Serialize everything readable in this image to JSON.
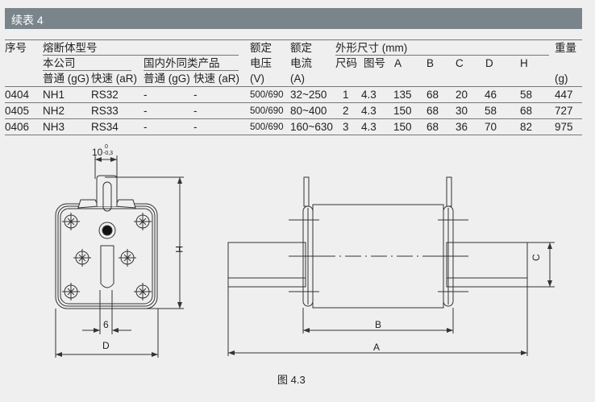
{
  "title": "续表 4",
  "table": {
    "headers": {
      "no": "序号",
      "fuse_model": "熔断体型号",
      "own_company": "本公司",
      "domestic_foreign": "国内外同类产品",
      "normal_gg": "普通 (gG)",
      "fast_ar": "快速 (aR)",
      "normal_gg2": "普通 (gG)",
      "fast_ar2": "快速 (aR)",
      "rated_voltage_1": "额定",
      "rated_voltage_2": "电压",
      "rated_voltage_unit": "(V)",
      "rated_current_1": "额定",
      "rated_current_2": "电流",
      "rated_current_unit": "(A)",
      "dimensions": "外形尺寸 (mm)",
      "size": "尺码",
      "figure": "图号",
      "A": "A",
      "B": "B",
      "C": "C",
      "D": "D",
      "H": "H",
      "weight": "重量",
      "weight_unit": "(g)"
    },
    "rows": [
      {
        "no": "0404",
        "gg": "NH1",
        "ar": "RS32",
        "gg2": "-",
        "ar2": "-",
        "v": "500/690",
        "a": "32~250",
        "size": "1",
        "fig": "4.3",
        "A": "135",
        "B": "68",
        "C": "20",
        "D": "46",
        "H": "58",
        "w": "447"
      },
      {
        "no": "0405",
        "gg": "NH2",
        "ar": "RS33",
        "gg2": "-",
        "ar2": "-",
        "v": "500/690",
        "a": "80~400",
        "size": "2",
        "fig": "4.3",
        "A": "150",
        "B": "68",
        "C": "30",
        "D": "58",
        "H": "68",
        "w": "727"
      },
      {
        "no": "0406",
        "gg": "NH3",
        "ar": "RS34",
        "gg2": "-",
        "ar2": "-",
        "v": "500/690",
        "a": "160~630",
        "size": "3",
        "fig": "4.3",
        "A": "150",
        "B": "68",
        "C": "36",
        "D": "70",
        "H": "82",
        "w": "975"
      }
    ]
  },
  "drawing": {
    "dim_10": "10",
    "tol_upper": "0",
    "tol_lower": "-0,3",
    "dim_6": "6",
    "dim_D": "D",
    "dim_H": "H",
    "dim_A": "A",
    "dim_B": "B",
    "dim_C": "C",
    "caption": "图 4.3"
  }
}
